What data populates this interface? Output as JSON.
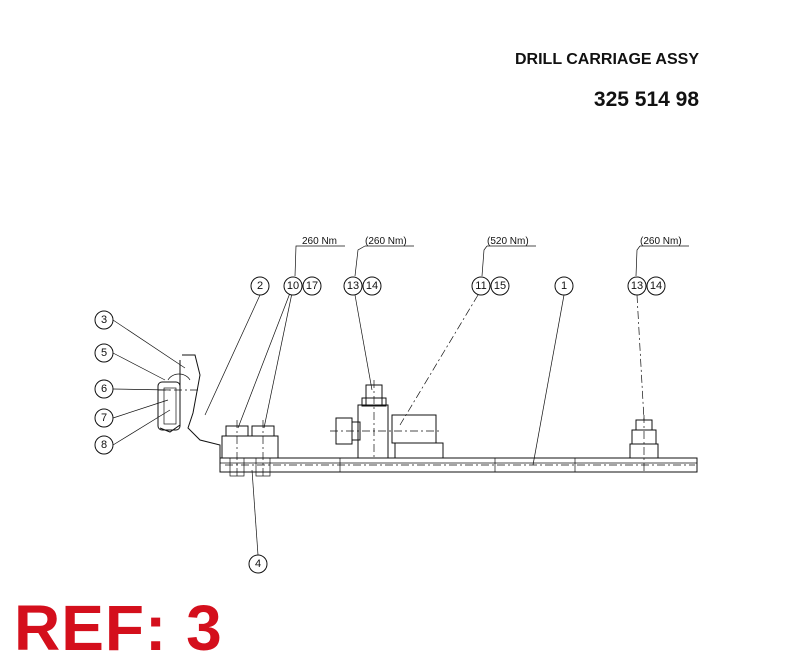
{
  "header": {
    "title": "DRILL CARRIAGE ASSY",
    "part_number": "325 514 98"
  },
  "ref_label": "REF: 3",
  "torques": [
    "260 Nm",
    "(260 Nm)",
    "(520 Nm)",
    "(260 Nm)"
  ],
  "callouts": [
    "1",
    "2",
    "3",
    "4",
    "5",
    "6",
    "7",
    "8",
    "10",
    "17",
    "13",
    "14",
    "11",
    "15",
    "13",
    "14"
  ],
  "colors": {
    "ref_red": "#d40f1c",
    "line": "#111111"
  }
}
